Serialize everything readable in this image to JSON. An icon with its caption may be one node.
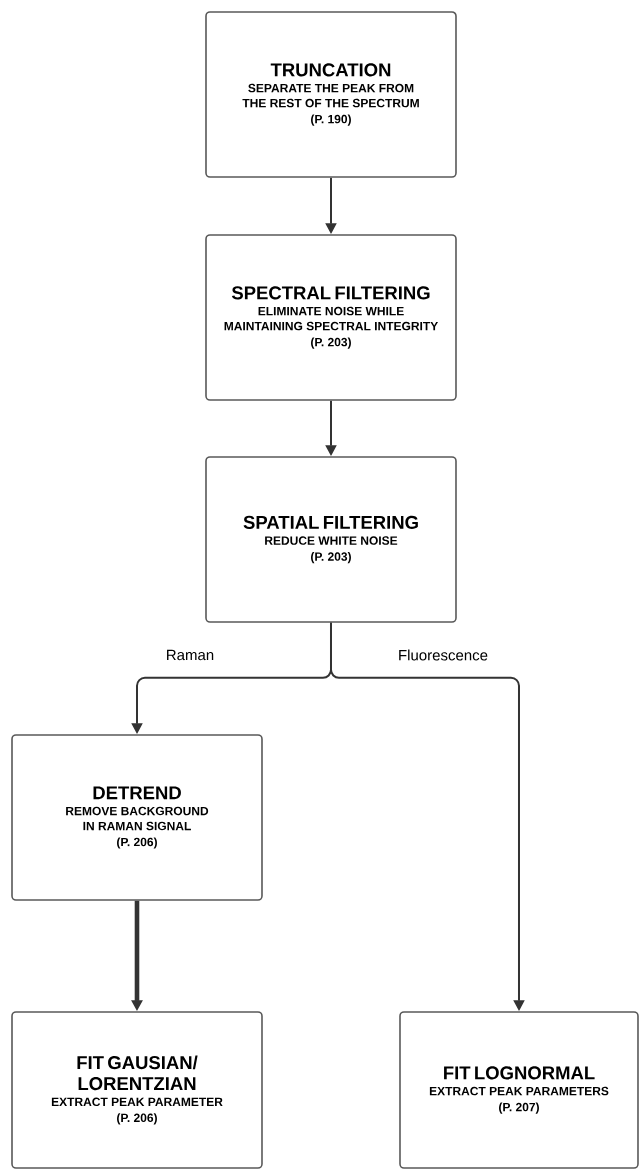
{
  "diagram": {
    "nodes": [
      {
        "text": [
          "TRUNCATION",
          "SEPARATE THE PEAK FROM THE REST OF THE SPECTRUM",
          "(P. 190)"
        ]
      },
      {
        "text": [
          "SPECTRAL FILTERING",
          "ELIMINATE NOISE WHILE MAINTAINING SPECTRAL INTEGRITY",
          "(P. 203)"
        ]
      },
      {
        "text": [
          "SPATIAL FILTERING",
          "REDUCE WHITE NOISE",
          "(P. 203)"
        ]
      },
      {
        "text": [
          "DETREND",
          "REMOVE BACKGROUND IN RAMAN SIGNAL",
          "(P. 206)"
        ]
      },
      {
        "text": [
          "FIT GAUSIAN/ LORENTZIAN",
          "EXTRACT PEAK PARAMETER",
          "(P. 206)"
        ]
      },
      {
        "text": [
          "FIT LOGNORMAL",
          "EXTRACT PEAK PARAMETERS",
          "(P. 207)"
        ]
      }
    ],
    "edges": [
      {
        "from": 0,
        "to": 1,
        "arrow": "to"
      },
      {
        "from": 1,
        "to": 2,
        "arrow": "to"
      },
      {
        "from": 2,
        "to": 3,
        "arrow": "to",
        "label": "Raman"
      },
      {
        "from": 2,
        "to": 5,
        "arrow": "to",
        "label": "Fluorescence"
      },
      {
        "from": 3,
        "to": 4,
        "arrow": "to",
        "style": "thick"
      }
    ]
  }
}
